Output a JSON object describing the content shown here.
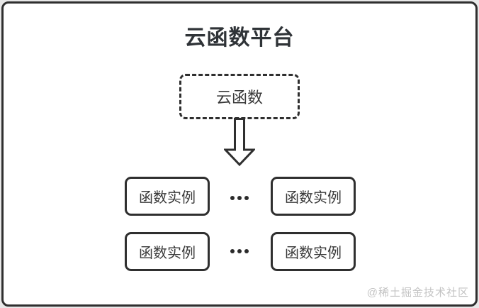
{
  "diagram": {
    "title": "云函数平台",
    "source_node": {
      "label": "云函数"
    },
    "instances": [
      "函数实例",
      "函数实例",
      "函数实例",
      "函数实例"
    ],
    "watermark": "@稀土掘金技术社区",
    "colors": {
      "background": "#e8e8e8",
      "card": "#ffffff",
      "border": "#2f2f2f",
      "text": "#3a3a3a",
      "title_text": "#2f3337",
      "watermark_text": "#c3c3c3"
    }
  }
}
